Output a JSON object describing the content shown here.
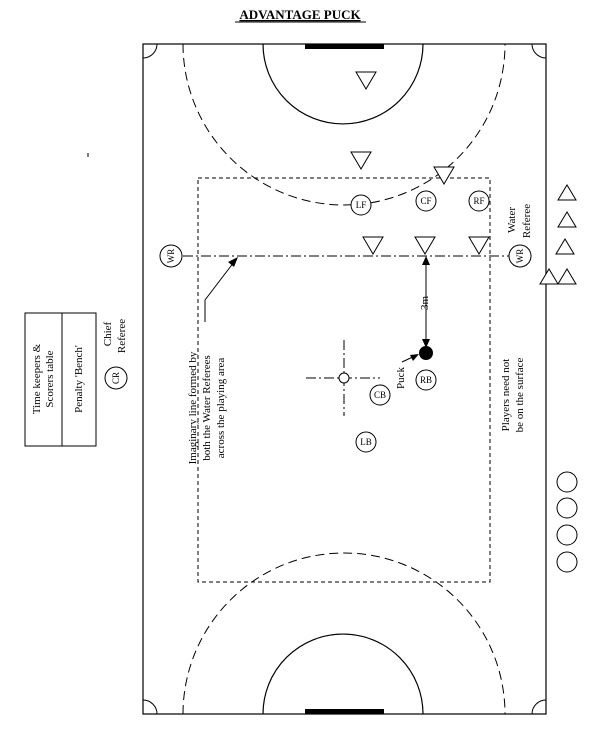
{
  "title": "ADVANTAGE PUCK",
  "players": {
    "LF": "LF",
    "CF": "CF",
    "RF": "RF",
    "CB": "CB",
    "RB": "RB",
    "LB": "LB",
    "WR_left": "WR",
    "WR_right": "WR",
    "CR": "CR"
  },
  "labels": {
    "water_referee_1": "Water",
    "water_referee_2": "Referee",
    "chief_referee_1": "Chief",
    "chief_referee_2": "Referee",
    "distance": "3m",
    "puck": "Puck",
    "imaginary_line_1": "Imaginary line formed by",
    "imaginary_line_2": "both the Water Referees",
    "imaginary_line_3": "across the playing area",
    "players_note_1": "Players need not",
    "players_note_2": "be on the surface",
    "scorers_1": "Time keepers &",
    "scorers_2": "Scorers table",
    "penalty_bench": "Penalty 'Bench'"
  },
  "colors": {
    "line": "#000000",
    "background": "#ffffff"
  }
}
